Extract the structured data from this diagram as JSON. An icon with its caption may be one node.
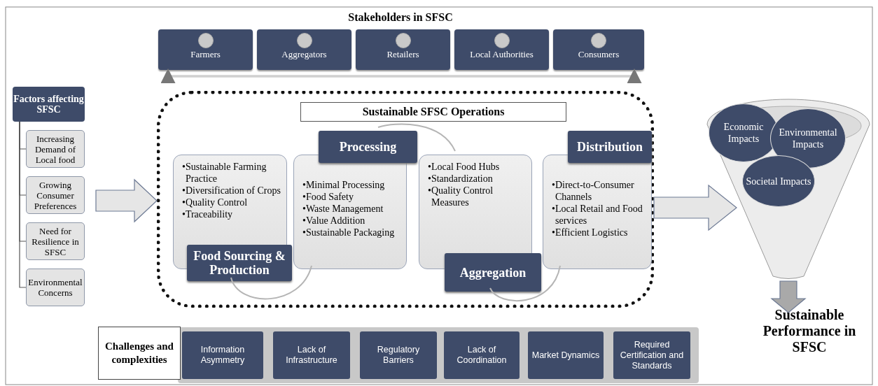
{
  "diagram": {
    "nodes": [
      {
        "text": [
          "Farmers"
        ]
      },
      {
        "text": [
          "Aggregators"
        ]
      },
      {
        "text": [
          "Retailers"
        ]
      },
      {
        "text": [
          "Local Authorities"
        ]
      },
      {
        "text": [
          "Consumers"
        ]
      },
      {
        "text": [
          "Factors affecting SFSC"
        ]
      },
      {
        "text": [
          "Increasing Demand of Local food"
        ]
      },
      {
        "text": [
          "Growing Consumer Preferences"
        ]
      },
      {
        "text": [
          "Need for Resilience in SFSC"
        ]
      },
      {
        "text": [
          "Environmental Concerns"
        ]
      },
      {
        "text": [],
        "shape": "box"
      },
      {
        "text": [
          "Sustainable SFSC Operations"
        ],
        "in": 10
      },
      {
        "text": [
          "•Sustainable Farming Practice",
          "•Diversification of Crops",
          "•Quality Control",
          "•Traceability",
          "Food Sourcing & Production"
        ],
        "in": 10
      },
      {
        "text": [
          "Processing",
          "•Minimal Processing",
          "•Food Safety",
          "•Waste Management",
          "•Value Addition",
          "•Sustainable Packaging"
        ],
        "in": 10
      },
      {
        "text": [
          "Aggregation",
          "•Local Food Hubs",
          "•Standardization",
          "•Quality Control Measures"
        ],
        "in": 10
      },
      {
        "text": [
          "Distribution",
          "•Direct-to-Consumer Channels",
          "•Local Retail and Food services",
          "•Efficient Logistics"
        ],
        "in": 10
      },
      {
        "text": [],
        "shape": "funnel"
      },
      {
        "text": [
          "Economic Impacts"
        ],
        "in": 16
      },
      {
        "text": [
          "Environmental Impacts"
        ],
        "in": 16
      },
      {
        "text": [
          "Societal Impacts"
        ],
        "in": 16
      },
      {
        "text": [
          "Sustainable Performance in SFSC"
        ]
      },
      {
        "text": [
          "Challenges and complexities"
        ]
      },
      {
        "text": [],
        "shape": "bar"
      },
      {
        "text": [
          "Information Asymmetry"
        ],
        "in": 22
      },
      {
        "text": [
          "Lack of Infrastructure"
        ],
        "in": 22
      },
      {
        "text": [
          "Regulatory Barriers"
        ],
        "in": 22
      },
      {
        "text": [
          "Lack of Coordination"
        ],
        "in": 22
      },
      {
        "text": [
          "Market Dynamics"
        ],
        "in": 22
      },
      {
        "text": [
          "Required Certification and Standards"
        ],
        "in": 22
      }
    ],
    "edges": [
      {
        "from": 5,
        "to": 6,
        "arrow": "none"
      },
      {
        "from": 5,
        "to": 7,
        "arrow": "none"
      },
      {
        "from": 5,
        "to": 8,
        "arrow": "none"
      },
      {
        "from": 5,
        "to": 9,
        "arrow": "none"
      },
      {
        "from": null,
        "to": 10,
        "arrow": "to"
      },
      {
        "from": 12,
        "to": 13,
        "arrow": "none",
        "color": "#b5b5b5"
      },
      {
        "from": 13,
        "to": 14,
        "arrow": "none",
        "color": "#b5b5b5"
      },
      {
        "from": 14,
        "to": 15,
        "arrow": "none",
        "color": "#b5b5b5"
      },
      {
        "from": 10,
        "to": 16,
        "arrow": "to"
      },
      {
        "from": 16,
        "to": 20,
        "arrow": "to"
      },
      {
        "from": 0,
        "to": 4,
        "arrow": "both",
        "color": "#d0d0d0",
        "style": "thick"
      }
    ],
    "labels": [
      "Stakeholders in SFSC"
    ]
  }
}
